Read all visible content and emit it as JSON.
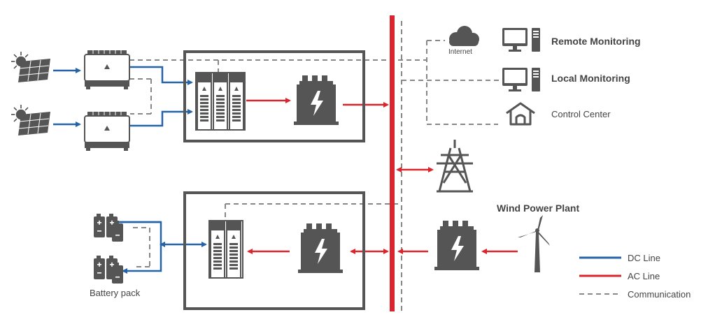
{
  "labels": {
    "internet": "Internet",
    "remote_monitoring": "Remote Monitoring",
    "local_monitoring": "Local Monitoring",
    "control_center": "Control Center",
    "wind_power_plant": "Wind Power Plant",
    "battery_pack": "Battery pack"
  },
  "legend": {
    "dc_line": "DC Line",
    "ac_line": "AC Line",
    "communication": "Communication"
  },
  "colors": {
    "dc_line": "#2463a8",
    "ac_line": "#d9262e",
    "communication": "#888888",
    "equipment": "#555555"
  },
  "icons": [
    "sun-icon",
    "solar-panel-icon",
    "inverter-icon",
    "cabinet-icon",
    "transformer-icon",
    "pylon-icon",
    "wind-turbine-icon",
    "battery-icon",
    "cloud-icon",
    "monitor-icon",
    "home-icon"
  ]
}
